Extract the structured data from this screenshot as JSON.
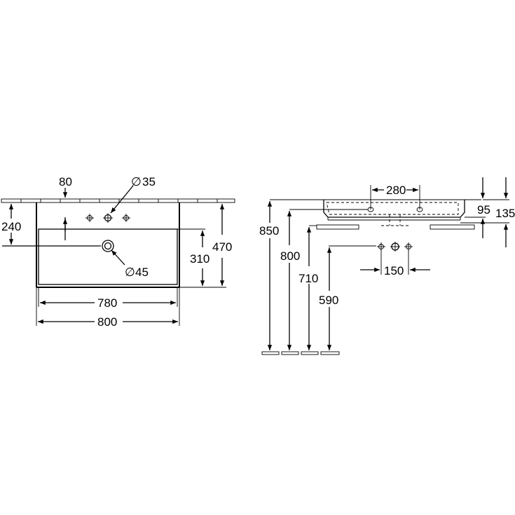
{
  "top_view": {
    "dims": {
      "d80": "80",
      "dia35": "35",
      "d240": "240",
      "d470": "470",
      "d310": "310",
      "dia45": "45",
      "d780": "780",
      "d800": "800"
    }
  },
  "side_view": {
    "dims": {
      "d280": "280",
      "d95": "95",
      "d135": "135",
      "d850": "850",
      "d800": "800",
      "d710": "710",
      "d590": "590",
      "d150": "150"
    }
  },
  "symbols": {
    "diameter": "∅"
  }
}
